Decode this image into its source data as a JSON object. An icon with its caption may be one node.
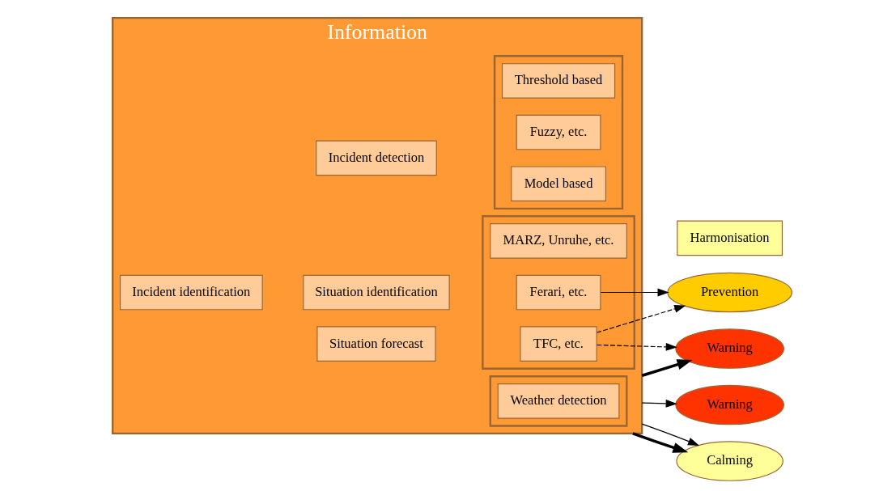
{
  "diagram": {
    "nodes": [
      {
        "text": [
          "Information"
        ]
      },
      {
        "text": [
          "Incident identification"
        ],
        "in": 0
      },
      {
        "text": [
          "Incident detection"
        ],
        "in": 0
      },
      {
        "text": [],
        "shape": "box",
        "in": 0
      },
      {
        "text": [
          "Threshold based"
        ],
        "in": 3
      },
      {
        "text": [
          "Fuzzy, etc."
        ],
        "in": 3
      },
      {
        "text": [
          "Model based"
        ],
        "in": 3
      },
      {
        "text": [
          "Situation forecast"
        ],
        "in": 0
      },
      {
        "text": [
          "Situation identification"
        ],
        "in": 0
      },
      {
        "text": [],
        "shape": "box",
        "in": 0
      },
      {
        "text": [
          "TFC, etc."
        ],
        "in": 9
      },
      {
        "text": [
          "Ferari, etc."
        ],
        "in": 9
      },
      {
        "text": [
          "MARZ, Unruhe, etc."
        ],
        "in": 9
      },
      {
        "text": [],
        "shape": "box",
        "in": 0
      },
      {
        "text": [
          "Weather detection"
        ],
        "in": 13
      },
      {
        "text": [
          "Harmonisation"
        ]
      },
      {
        "text": [
          "Warning"
        ]
      },
      {
        "text": [
          "Prevention"
        ]
      },
      {
        "text": [
          "Calming"
        ]
      },
      {
        "text": [
          "Warning"
        ]
      }
    ],
    "edges": [
      {
        "from": 0,
        "to": 16,
        "arrow": "to",
        "style": "thick"
      },
      {
        "from": 10,
        "to": 16,
        "arrow": "to",
        "style": "dashed"
      },
      {
        "from": 10,
        "to": 17,
        "arrow": "to",
        "style": "dashed"
      },
      {
        "from": 11,
        "to": 17,
        "arrow": "to"
      },
      {
        "from": 0,
        "to": 18,
        "arrow": "to",
        "style": "thick"
      },
      {
        "from": 0,
        "to": 18,
        "arrow": "to"
      },
      {
        "from": 0,
        "to": 19,
        "arrow": "to"
      }
    ]
  }
}
